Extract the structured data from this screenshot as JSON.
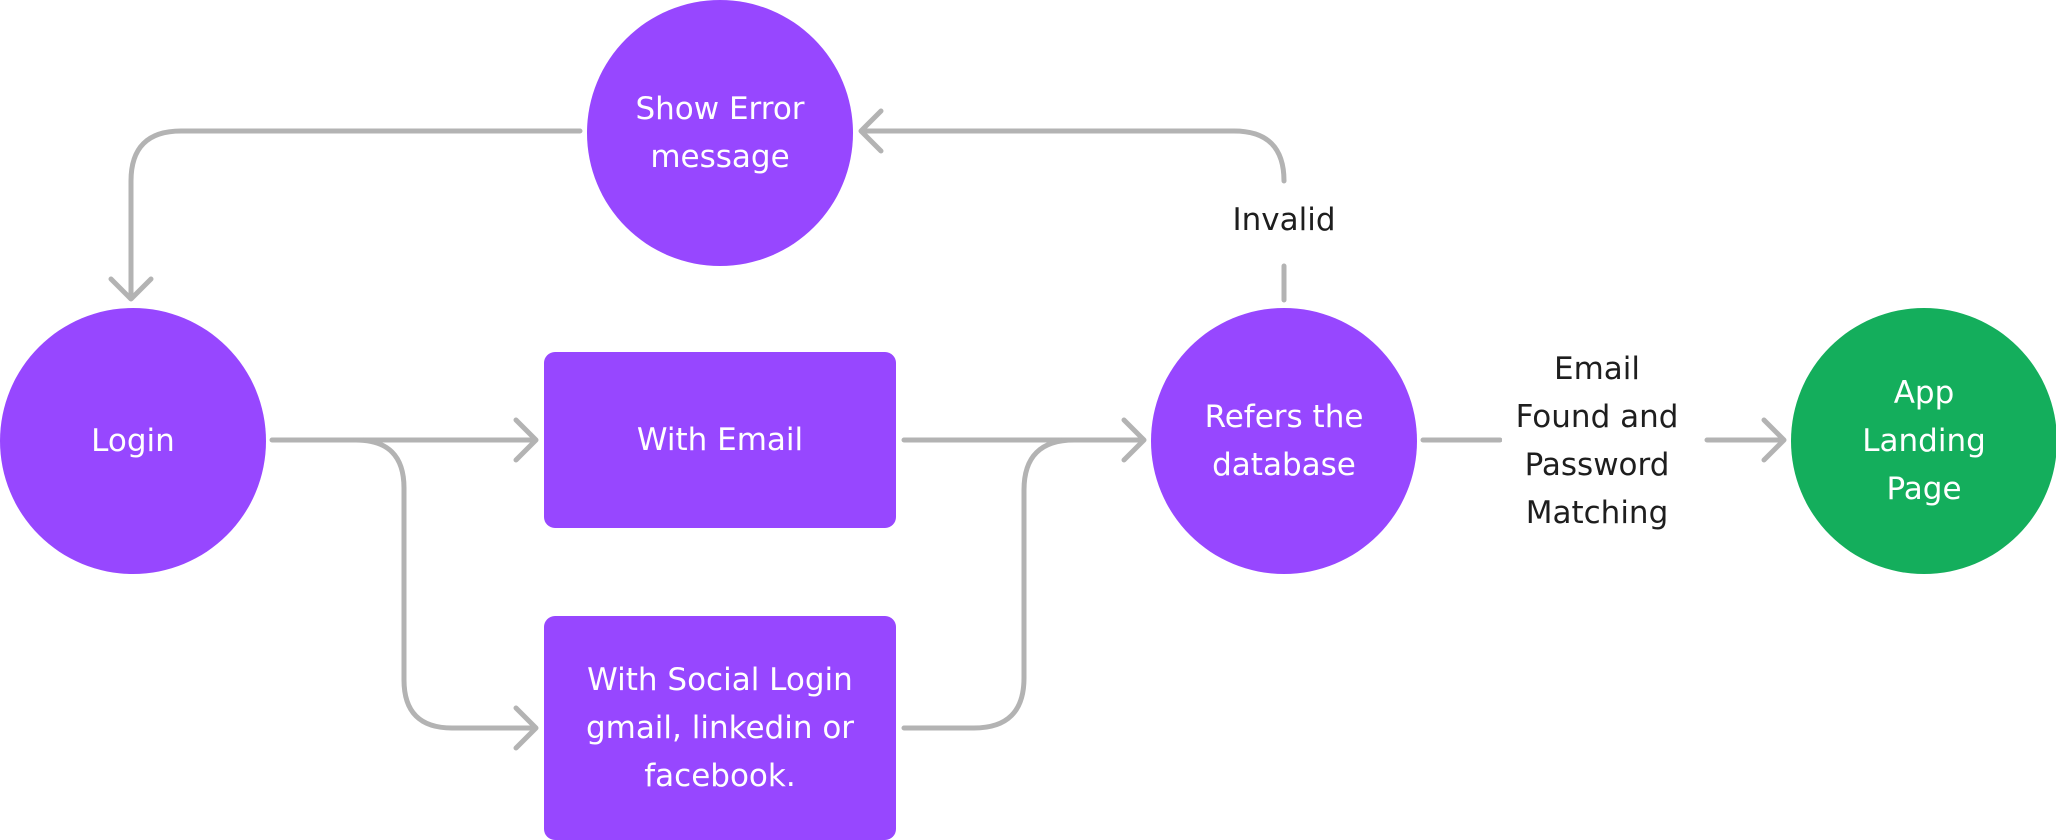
{
  "colors": {
    "node_purple": "#9747FF",
    "node_green": "#14AE5C",
    "connector": "#B3B3B3",
    "node_text": "#FFFFFF",
    "label_text": "#1E1E1E"
  },
  "nodes": {
    "show_error": {
      "lines": [
        "Show Error",
        "message"
      ]
    },
    "login": {
      "lines": [
        "Login"
      ]
    },
    "with_email": {
      "lines": [
        "With Email"
      ]
    },
    "with_social": {
      "lines": [
        "With Social Login",
        "gmail, linkedin or",
        "facebook."
      ]
    },
    "refers_db": {
      "lines": [
        "Refers the",
        "database"
      ]
    },
    "app_landing": {
      "lines": [
        "App",
        "Landing",
        "Page"
      ]
    }
  },
  "edge_labels": {
    "invalid": "Invalid",
    "valid": [
      "Email",
      "Found and",
      "Password",
      "Matching"
    ]
  }
}
